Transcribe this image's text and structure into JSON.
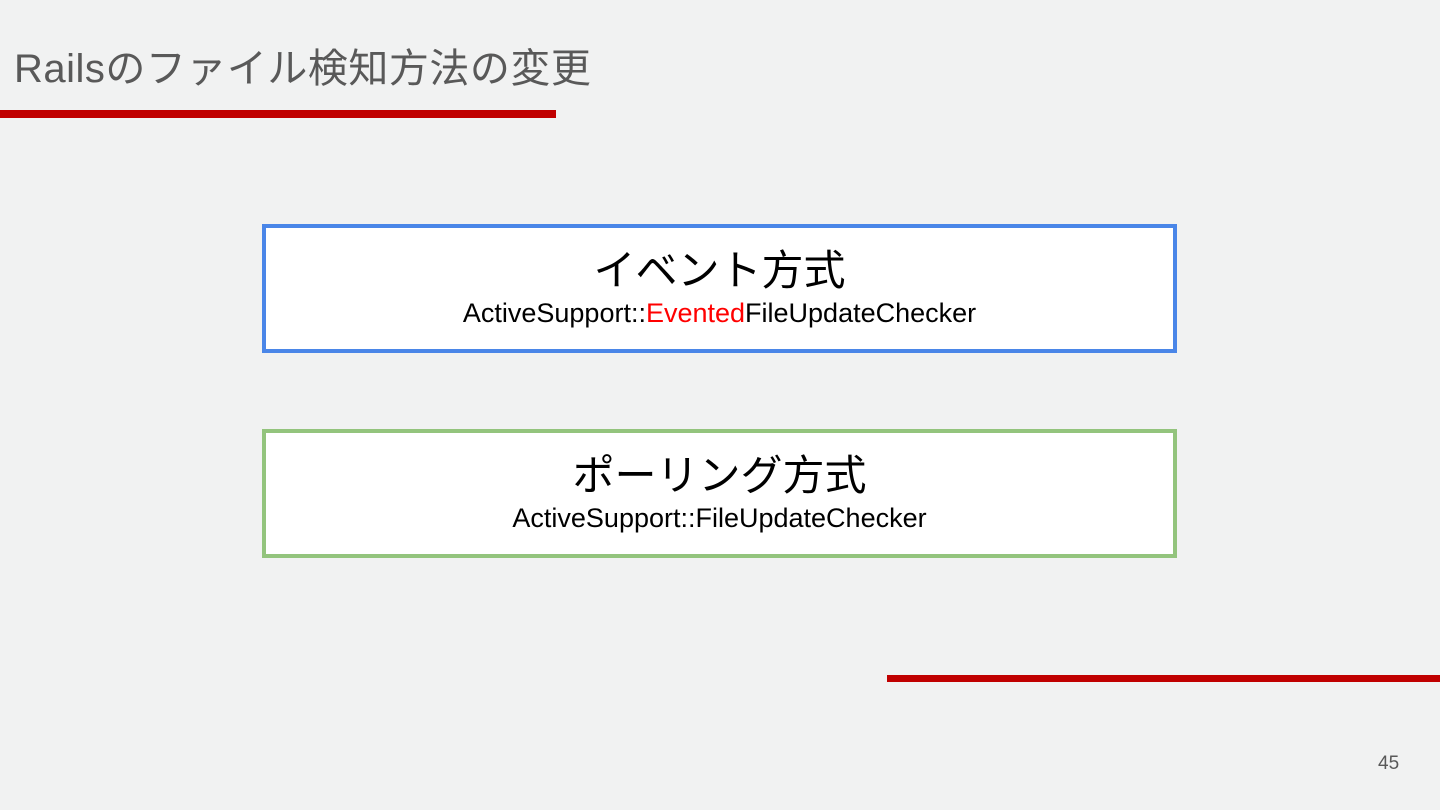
{
  "slide": {
    "title": "Railsのファイル検知方法の変更",
    "page_number": "45",
    "background_color": "#f1f2f2",
    "accent_color": "#c00000"
  },
  "boxes": [
    {
      "heading": "イベント方式",
      "subtitle_prefix": "ActiveSupport::",
      "subtitle_highlight": "Evented",
      "subtitle_suffix": "FileUpdateChecker",
      "border_color": "#4a86e8",
      "highlight_color": "#ff0000"
    },
    {
      "heading": "ポーリング方式",
      "subtitle_prefix": "ActiveSupport::FileUpdateChecker",
      "subtitle_highlight": "",
      "subtitle_suffix": "",
      "border_color": "#93c47d",
      "highlight_color": "#000000"
    }
  ]
}
